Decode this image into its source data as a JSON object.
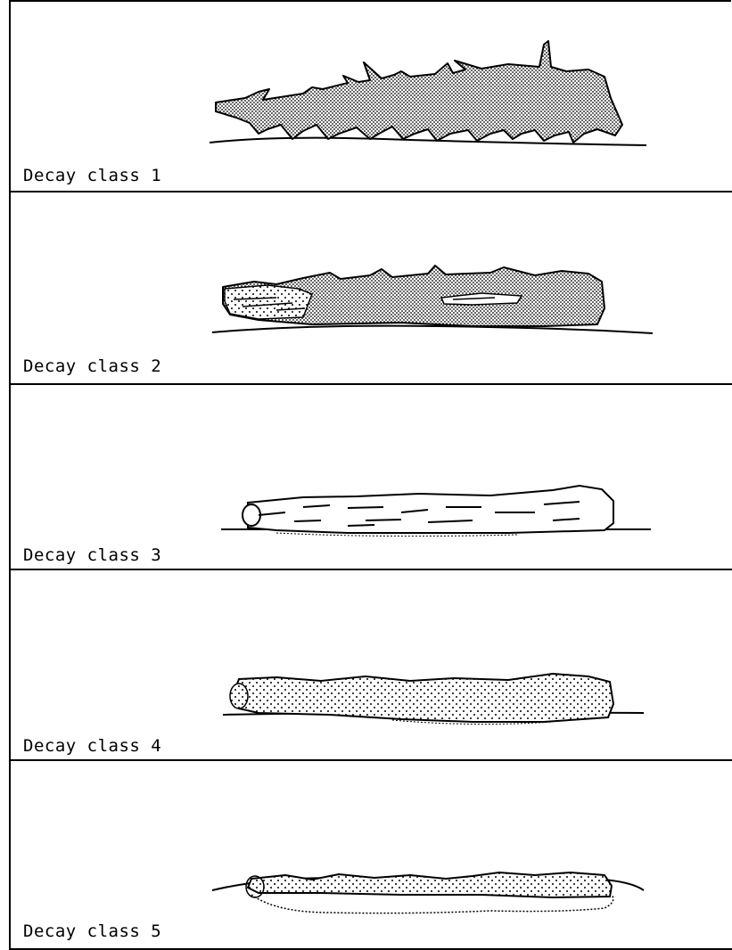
{
  "panels": [
    {
      "label": "Decay class 1"
    },
    {
      "label": "Decay class 2"
    },
    {
      "label": "Decay class 3"
    },
    {
      "label": "Decay class 4"
    },
    {
      "label": "Decay class 5"
    }
  ]
}
